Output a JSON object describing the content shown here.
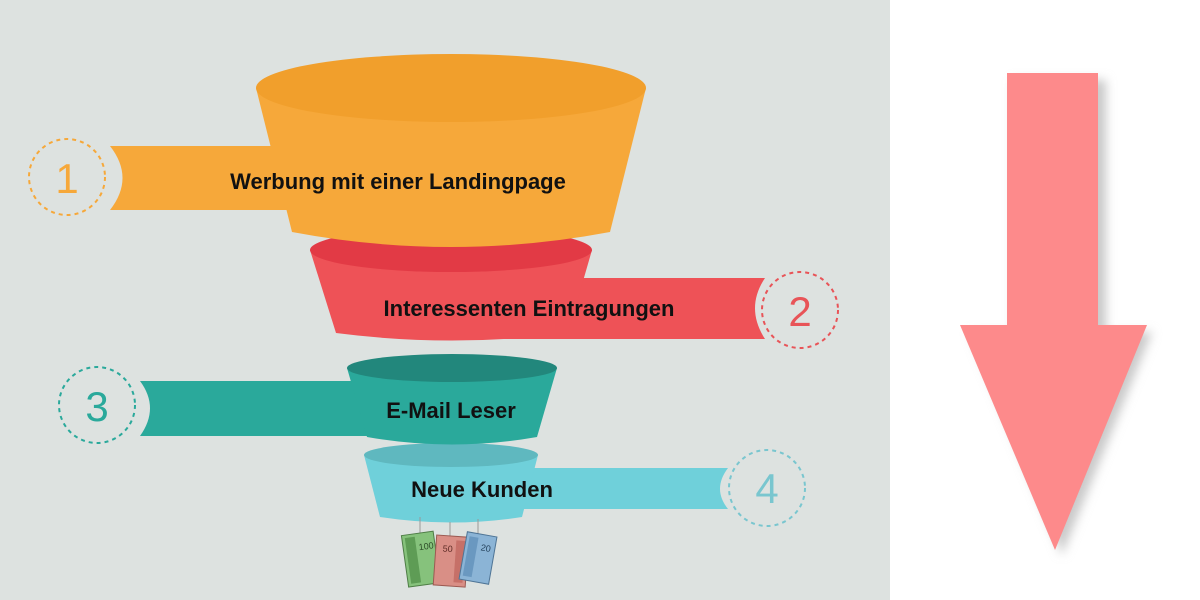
{
  "background": {
    "panel": "#dde2e0",
    "right": "#ffffff"
  },
  "stages": [
    {
      "number": "1",
      "label": "Werbung mit einer Landingpage",
      "color": "#f6a83a",
      "dark": "#f19f2c",
      "ring": "#f6a83a"
    },
    {
      "number": "2",
      "label": "Interessenten Eintragungen",
      "color": "#ee5257",
      "dark": "#e23a45",
      "ring": "#e85458"
    },
    {
      "number": "3",
      "label": "E-Mail Leser",
      "color": "#2aa99b",
      "dark": "#22877c",
      "ring": "#2aa99b"
    },
    {
      "number": "4",
      "label": "Neue Kunden",
      "color": "#6fd0da",
      "dark": "#5fb8bf",
      "ring": "#79c6cf"
    }
  ],
  "arrow": {
    "color": "#fd8a8b",
    "shadow": "#c9c9c9",
    "direction": "down"
  },
  "money": {
    "icon": "euro-banknotes-icon",
    "notes": [
      "100",
      "50",
      "20"
    ],
    "colors": [
      "#86c27c",
      "#d98f86",
      "#8bb4d6"
    ]
  }
}
